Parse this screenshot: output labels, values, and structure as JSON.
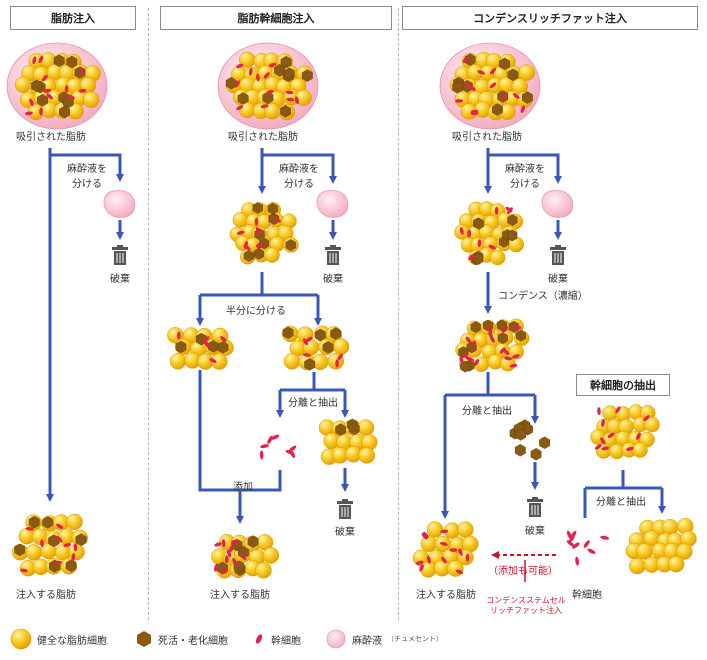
{
  "columns": [
    {
      "header": "脂肪注入"
    },
    {
      "header": "脂肪幹細胞注入"
    },
    {
      "header": "コンデンスリッチファット注入"
    }
  ],
  "labels": {
    "aspirated": "吸引された脂肪",
    "separate_anesthetic_1": "麻酔液を",
    "separate_anesthetic_2": "分ける",
    "discard": "破棄",
    "split_half": "半分に分ける",
    "separate_extract": "分離と抽出",
    "add": "添加",
    "injected_fat": "注入する脂肪",
    "condense": "コンデンス（濃縮）",
    "stem_extraction": "幹細胞の抽出",
    "stem_cells": "幹細胞",
    "can_add": "（添加も可能）",
    "csrf_1": "コンデンスステムセル",
    "csrf_2": "リッチファット注入"
  },
  "legend": {
    "healthy": "健全な脂肪細胞",
    "dead": "死活・老化細胞",
    "stem": "幹細胞",
    "anesthetic": "麻酔液",
    "anesthetic_note": "（チュメセント）"
  },
  "colors": {
    "arrow": "#3a57b8",
    "fat": "#f6c21a",
    "fat_edge": "#d99a00",
    "dead": "#8a5a12",
    "stem": "#e2234b",
    "anesthetic": "#f6b8c8",
    "red_text": "#d0112b"
  },
  "icons": [
    "trash-icon",
    "arrow-icon"
  ]
}
